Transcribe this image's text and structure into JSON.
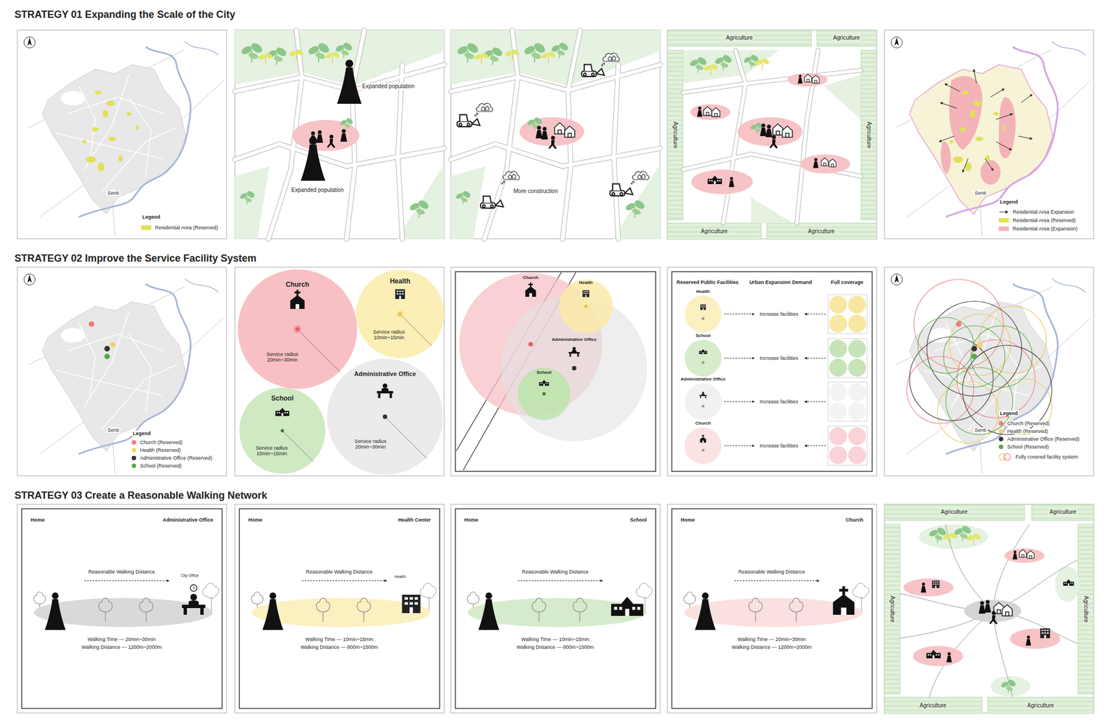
{
  "diagram": {
    "nodes": [
      {
        "text": [
          "Church",
          "Service radius 20min~30min"
        ]
      },
      {
        "text": [
          "Health",
          "Service radius 10min~15min"
        ]
      },
      {
        "text": [
          "School",
          "Service radius 10min~15min"
        ]
      },
      {
        "text": [
          "Administrative Office",
          "Service radius 20min~30min"
        ]
      },
      {
        "text": [
          "Church"
        ]
      },
      {
        "text": [
          "Health"
        ]
      },
      {
        "text": [
          "Administrative Office"
        ]
      },
      {
        "text": [
          "School"
        ]
      },
      {
        "text": [
          "Health"
        ]
      },
      {
        "text": [
          "School"
        ]
      },
      {
        "text": [
          "Administrative Office"
        ]
      },
      {
        "text": [
          "Church"
        ]
      }
    ],
    "labels": [
      "STRATEGY 01 Expanding the Scale of the City",
      "Senti",
      "Legend",
      "Expanded population",
      "Expanded population",
      "More construction",
      "Agriculture",
      "Agriculture",
      "Agriculture",
      "Agriculture",
      "Agriculture",
      "Agriculture",
      "Senti",
      "Legend",
      "STRATEGY 02 Improve the Service Facility System",
      "Senti",
      "Legend",
      "Reserved Public Facilities",
      "Urban Expansion Demand",
      "Full coverage",
      "Increase facilities",
      "Increase facilities",
      "Increase facilities",
      "Increase facilities",
      "Senti",
      "Legend",
      "STRATEGY 03 Create a Reasonable Walking Network",
      "Home",
      "Administrative Office",
      "Reasonable Walking Distance",
      "City Office",
      "Walking Time — 20min~30min",
      "Walking Distance — 1200m~2000m",
      "Home",
      "Health Center",
      "Reasonable Walking Distance",
      "Health",
      "Walking Time — 10min~15min",
      "Walking Distance — 800m~1500m",
      "Home",
      "School",
      "Reasonable Walking Distance",
      "Walking Time — 10min~15min",
      "Walking Distance — 800m~1500m",
      "Home",
      "Church",
      "Reasonable Walking Distance",
      "Walking Time — 20min~30min",
      "Walking Distance — 1200m~2000m",
      "Agriculture",
      "Agriculture",
      "Agriculture",
      "Agriculture",
      "Agriculture",
      "Agriculture"
    ],
    "legend": [
      {
        "text": "Residential Area (Reserved)",
        "color": "#e2e05a"
      },
      {
        "text": "Residential Area Expansion"
      },
      {
        "text": "Residential Area (Reserved)",
        "color": "#e2e05a"
      },
      {
        "text": "Residential Area (Expansion)",
        "color": "#f3b3b9"
      },
      {
        "text": "Church (Reserved)",
        "color": "#f07b7b"
      },
      {
        "text": "Health (Reserved)",
        "color": "#f2d46b"
      },
      {
        "text": "Administrative Office (Reserved)",
        "color": "#333333"
      },
      {
        "text": "School (Reserved)",
        "color": "#5aa845"
      },
      {
        "text": "Church (Reserved)",
        "color": "#f07b7b"
      },
      {
        "text": "Health (Reserved)",
        "color": "#f2d46b"
      },
      {
        "text": "Administrative Office (Reserved)",
        "color": "#333333"
      },
      {
        "text": "School (Reserved)",
        "color": "#5aa845"
      },
      {
        "text": "Fully covered facility system"
      }
    ]
  }
}
